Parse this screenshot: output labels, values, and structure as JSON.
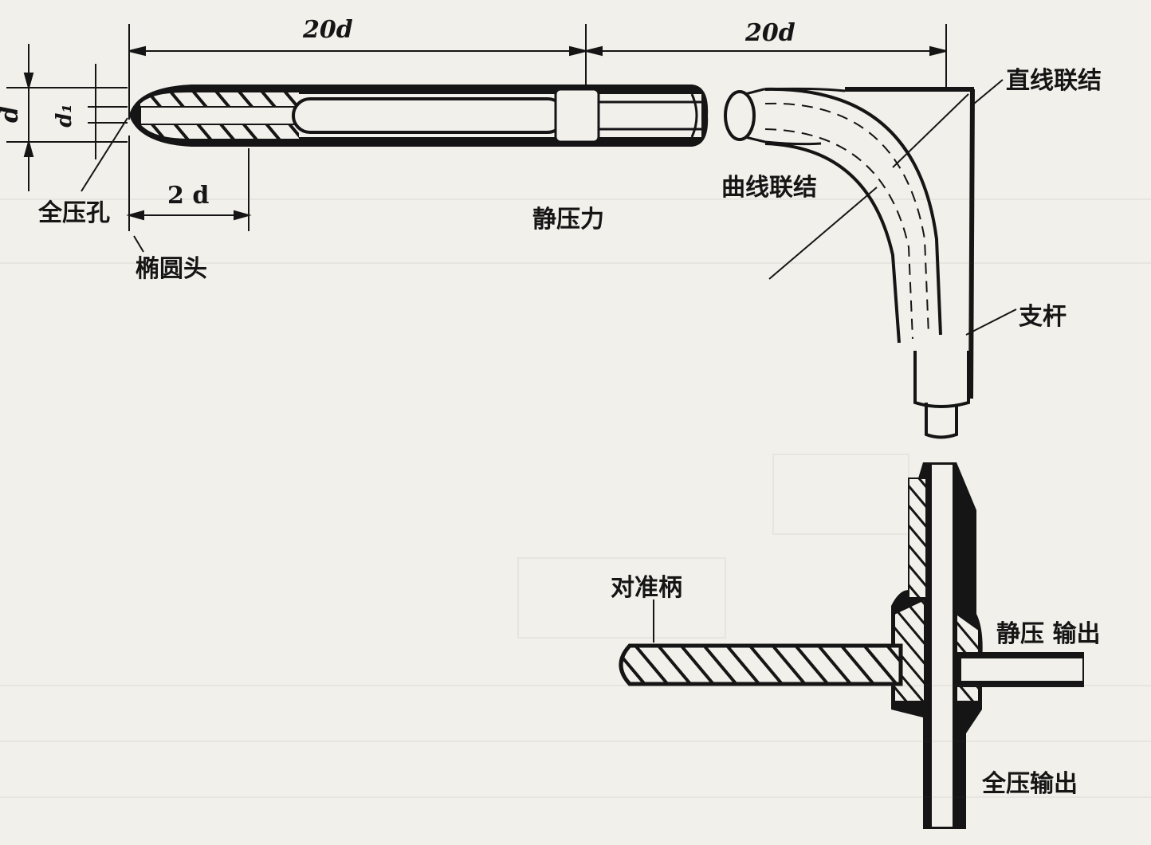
{
  "dimensions": {
    "left_length": "20d",
    "right_length": "20d",
    "diameter": "d",
    "hole_diameter": "d₁",
    "head_length": "2 d"
  },
  "labels": {
    "total_pressure_hole": "全压孔",
    "ellipse_head": "椭圆头",
    "static_pressure": "静压力",
    "curve_joint": "曲线联结",
    "straight_joint": "直线联结",
    "support_rod": "支杆",
    "alignment_handle": "对准柄",
    "static_output": "静压 输出",
    "total_output": "全压输出"
  },
  "colors": {
    "ink": "#151515",
    "paper": "#f1f0ea"
  }
}
